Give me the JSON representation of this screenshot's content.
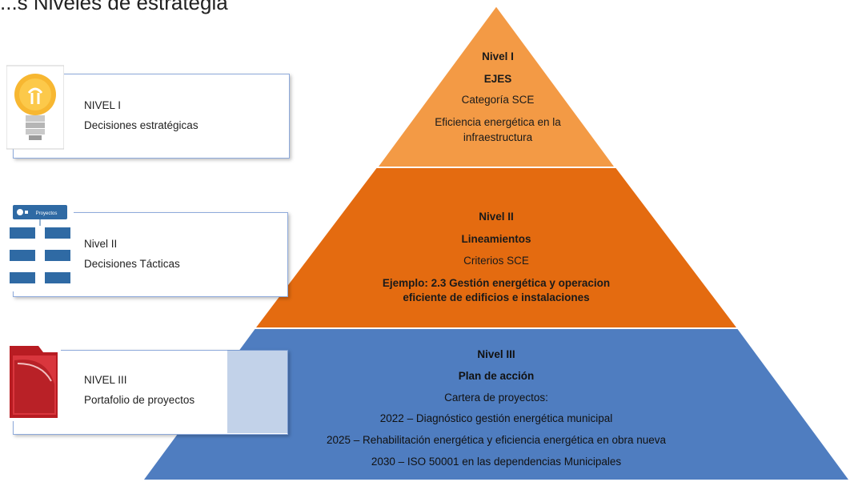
{
  "header_fragment": "...s Niveles de estrategia",
  "levels": [
    {
      "side_title": "NIVEL I",
      "side_subtitle": "Decisiones estratégicas",
      "icon": "lightbulb-icon",
      "pyramid": {
        "level": "Nivel I",
        "heading": "EJES",
        "category": "Categoría SCE",
        "description_lines": [
          "Eficiencia energética en la",
          "infraestructura"
        ]
      }
    },
    {
      "side_title": "Nivel II",
      "side_subtitle": "Decisiones Tácticas",
      "icon": "project-chart-icon",
      "pyramid": {
        "level": "Nivel II",
        "heading": "Lineamientos",
        "category": "Criterios  SCE",
        "description_lines": [
          "Ejemplo: 2.3 Gestión energética y operacion",
          "eficiente de edificios e instalaciones"
        ]
      }
    },
    {
      "side_title": "NIVEL III",
      "side_subtitle": "Portafolio de proyectos",
      "icon": "portfolio-folder-icon",
      "pyramid": {
        "level": "Nivel III",
        "heading": "Plan de acción",
        "category": "Cartera de proyectos:",
        "description_lines": [
          "2022 – Diagnóstico gestión energética municipal",
          "2025 – Rehabilitación energética y eficiencia energética en obra nueva",
          "2030 – ISO 50001 en las dependencias Municipales"
        ]
      }
    }
  ],
  "mini_chart": {
    "top_label": "Proyectos"
  },
  "colors": {
    "level1": "#f4a04a",
    "level2": "#e56c0e",
    "level3": "#4f7cbf",
    "box_border": "#8eaadb",
    "chart_box": "#2f6aa4"
  }
}
